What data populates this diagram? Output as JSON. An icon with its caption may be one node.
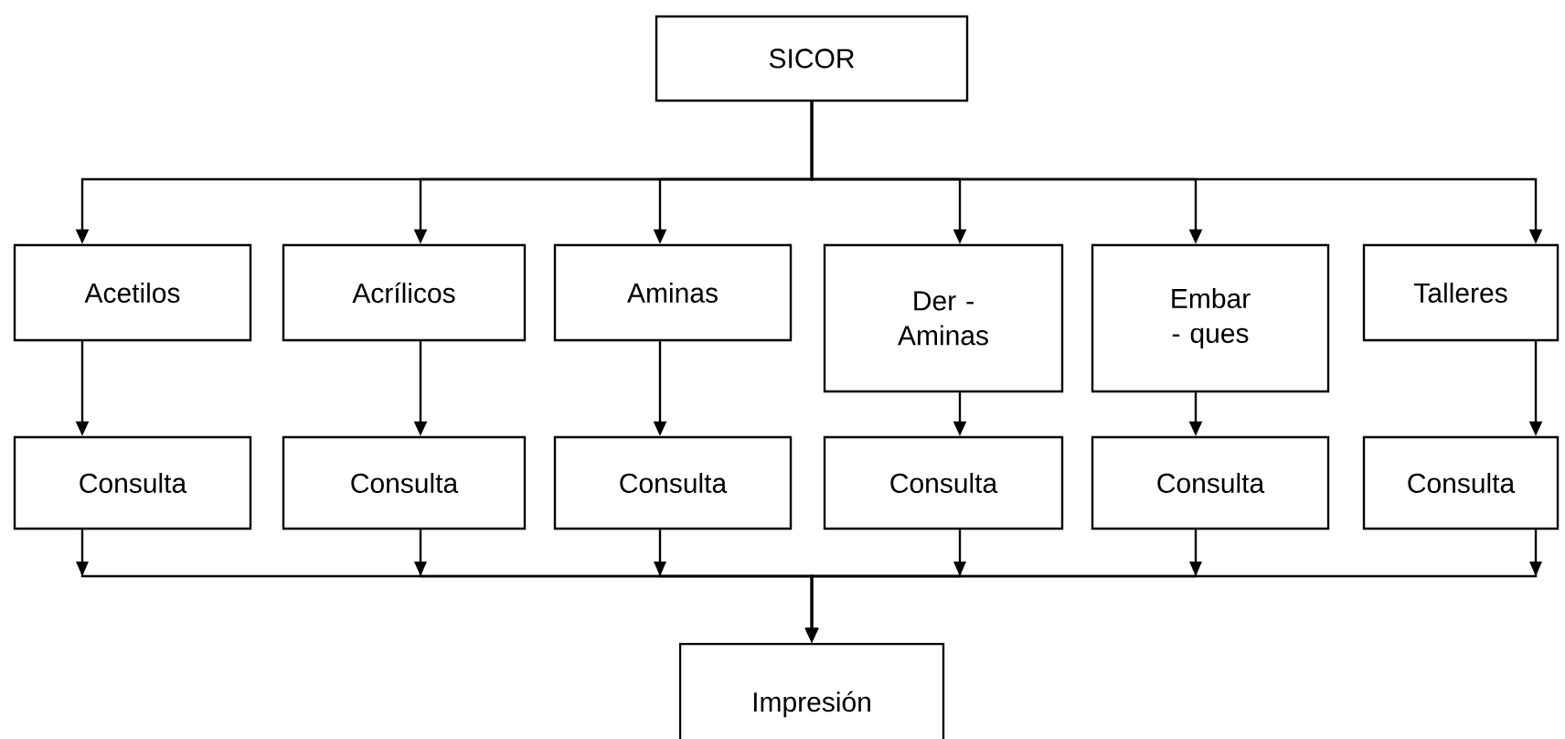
{
  "diagram": {
    "nodes": [
      {
        "text": [
          "SICOR"
        ]
      },
      {
        "text": [
          "Acetilos"
        ]
      },
      {
        "text": [
          "Acrílicos"
        ]
      },
      {
        "text": [
          "Aminas"
        ]
      },
      {
        "text": [
          "Der - Aminas"
        ]
      },
      {
        "text": [
          "Embar - ques"
        ]
      },
      {
        "text": [
          "Talleres"
        ]
      },
      {
        "text": [
          "Consulta"
        ]
      },
      {
        "text": [
          "Consulta"
        ]
      },
      {
        "text": [
          "Consulta"
        ]
      },
      {
        "text": [
          "Consulta"
        ]
      },
      {
        "text": [
          "Consulta"
        ]
      },
      {
        "text": [
          "Consulta"
        ]
      },
      {
        "text": [
          "Impresión"
        ]
      }
    ],
    "edges": [
      {
        "from": 0,
        "to": 1,
        "arrow": "to"
      },
      {
        "from": 0,
        "to": 2,
        "arrow": "to"
      },
      {
        "from": 0,
        "to": 3,
        "arrow": "to"
      },
      {
        "from": 0,
        "to": 4,
        "arrow": "to"
      },
      {
        "from": 0,
        "to": 5,
        "arrow": "to"
      },
      {
        "from": 0,
        "to": 6,
        "arrow": "to"
      },
      {
        "from": 1,
        "to": 7,
        "arrow": "to"
      },
      {
        "from": 2,
        "to": 8,
        "arrow": "to"
      },
      {
        "from": 3,
        "to": 9,
        "arrow": "to"
      },
      {
        "from": 4,
        "to": 10,
        "arrow": "to"
      },
      {
        "from": 5,
        "to": 11,
        "arrow": "to"
      },
      {
        "from": 6,
        "to": 12,
        "arrow": "to"
      },
      {
        "from": 7,
        "to": 13,
        "arrow": "to"
      },
      {
        "from": 8,
        "to": 13,
        "arrow": "to"
      },
      {
        "from": 9,
        "to": 13,
        "arrow": "to"
      },
      {
        "from": 10,
        "to": 13,
        "arrow": "to"
      },
      {
        "from": 11,
        "to": 13,
        "arrow": "to"
      },
      {
        "from": 12,
        "to": 13,
        "arrow": "to"
      }
    ]
  }
}
